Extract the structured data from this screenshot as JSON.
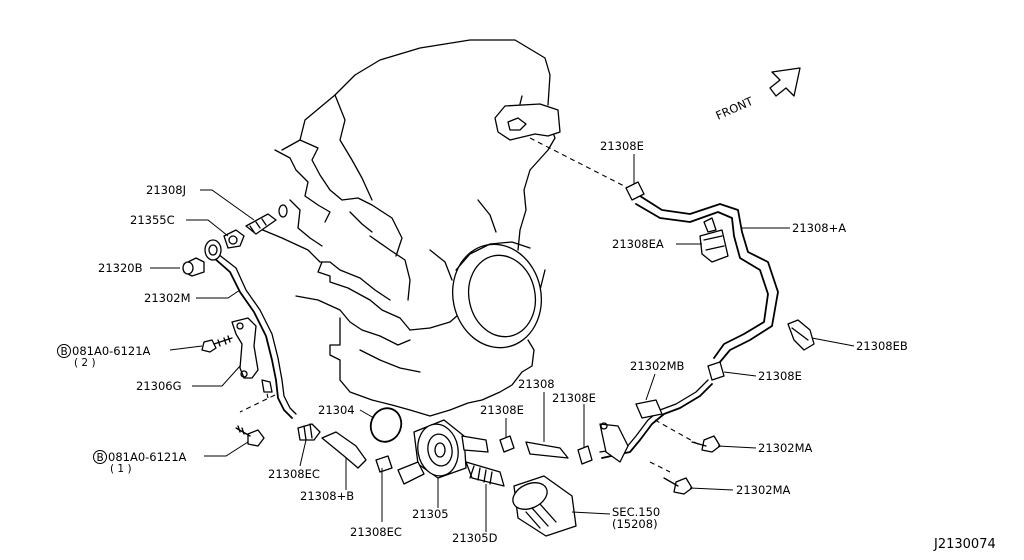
{
  "labels": {
    "p21308J": "21308J",
    "p21355C": "21355C",
    "p21320B": "21320B",
    "p21302M": "21302M",
    "bolt2_circle": "B",
    "bolt2_part": "081A0-6121A",
    "bolt2_qty": "( 2 )",
    "p21306G": "21306G",
    "bolt1_circle": "B",
    "bolt1_part": "081A0-6121A",
    "bolt1_qty": "( 1 )",
    "p21308EC_a": "21308EC",
    "p21308B": "21308+B",
    "p21308EC_b": "21308EC",
    "p21304": "21304",
    "p21305": "21305",
    "p21305D": "21305D",
    "p21308E_mid": "21308E",
    "p21308": "21308",
    "p21308E_right": "21308E",
    "p21302MB": "21302MB",
    "p21308E_lower": "21308E",
    "p21302MA_1": "21302MA",
    "p21302MA_2": "21302MA",
    "sec": "SEC.150",
    "sec_sub": "(15208)",
    "p21308E_top": "21308E",
    "p21308EA": "21308EA",
    "p21308A": "21308+A",
    "p21308EB": "21308EB",
    "front": "FRONT",
    "diagram_id": "J2130074"
  },
  "icons": {
    "front_arrow": "front-arrow-icon",
    "bolt_marker": "circle-b-icon"
  }
}
